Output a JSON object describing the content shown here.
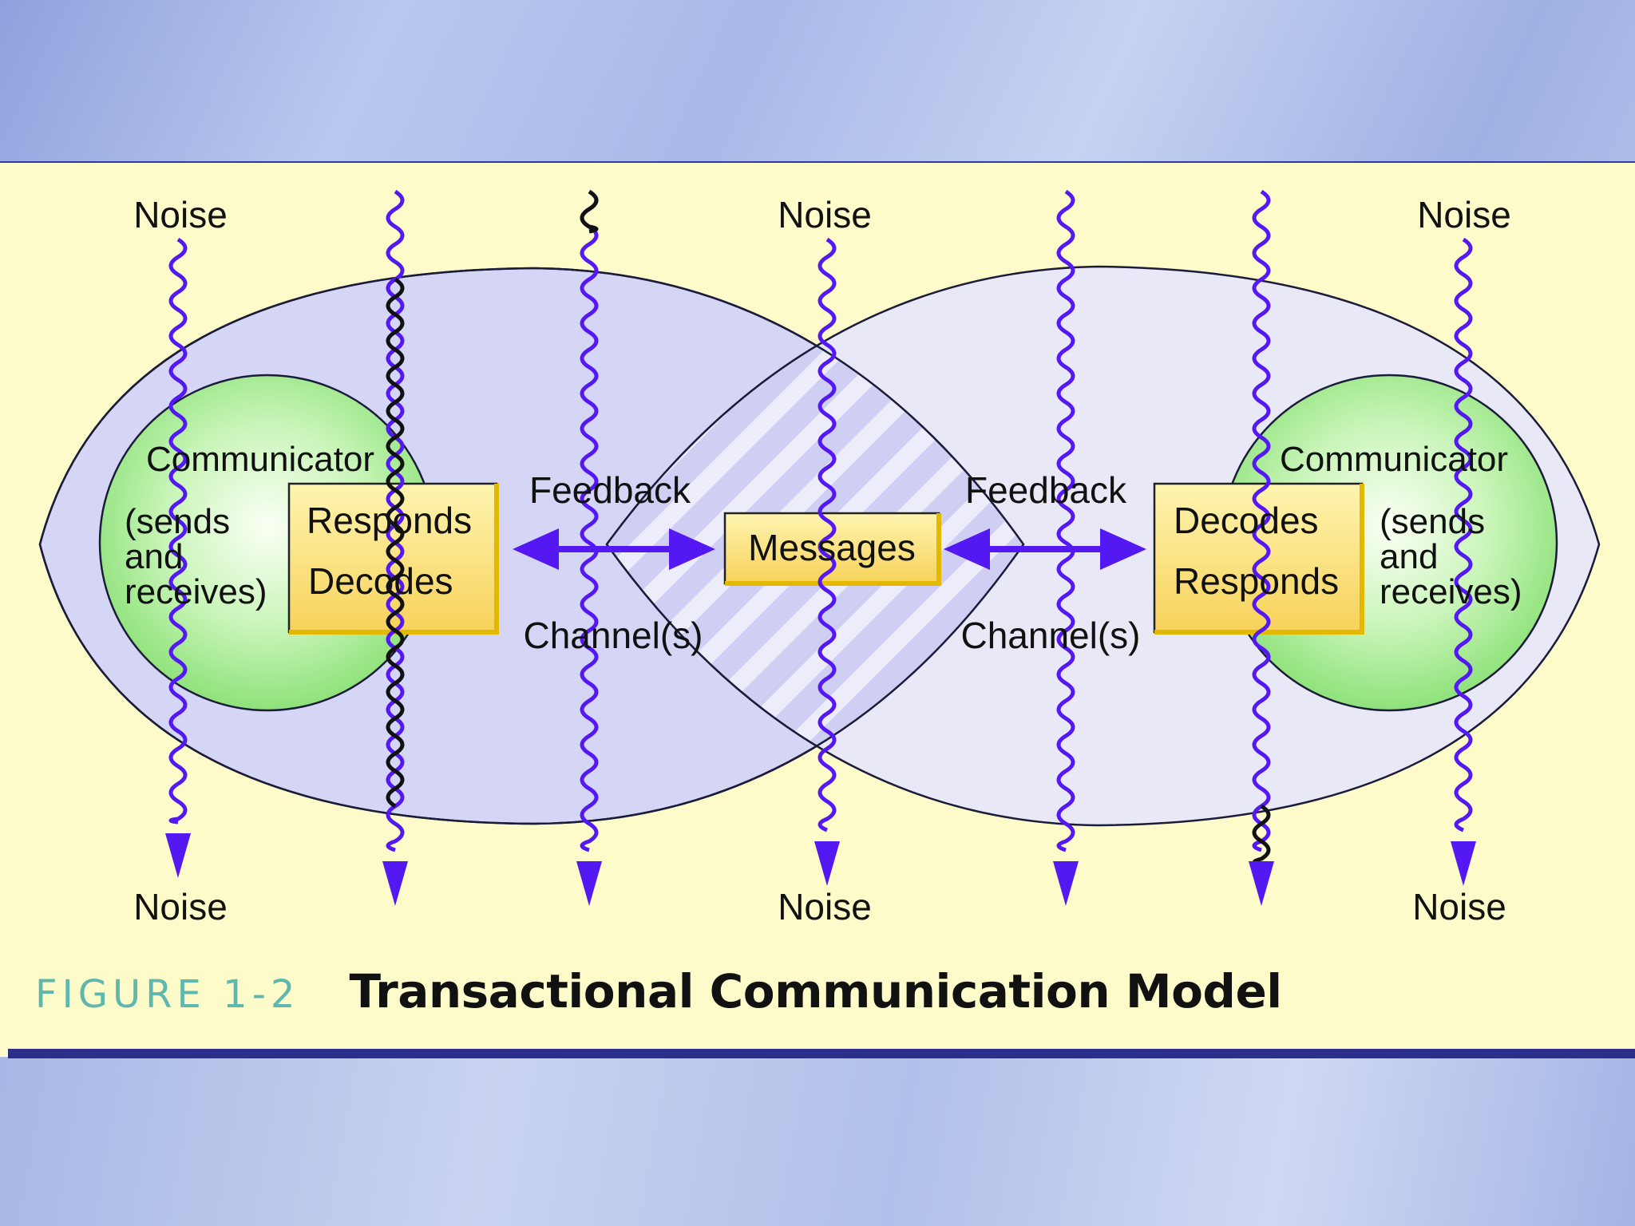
{
  "diagram": {
    "noise_label": "Noise",
    "feedback_label": "Feedback",
    "channels_label": "Channel(s)",
    "messages_label": "Messages",
    "left_communicator": {
      "title": "Communicator",
      "desc": [
        "(sends",
        "and",
        "receives)"
      ],
      "actions": [
        "Responds",
        "Decodes"
      ]
    },
    "right_communicator": {
      "title": "Communicator",
      "desc": [
        "(sends",
        "and",
        "receives)"
      ],
      "actions": [
        "Decodes",
        "Responds"
      ]
    }
  },
  "caption": {
    "number": "FIGURE 1-2",
    "title": "Transactional Communication Model"
  },
  "colors": {
    "panel": "#fdfbc9",
    "ellipse_fill": "#d6d6f6",
    "circle_green": "#b6f0a6",
    "box_gold": "#f5d45a",
    "arrow_purple": "#5418f2",
    "caption_teal": "#5fb8ad"
  }
}
